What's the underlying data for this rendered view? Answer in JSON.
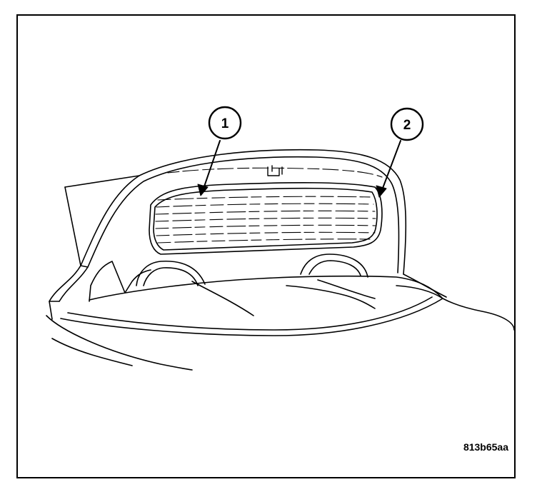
{
  "callouts": [
    {
      "label": "1"
    },
    {
      "label": "2"
    }
  ],
  "figure_id": "813b65aa",
  "colors": {
    "line": "#000000",
    "background": "#ffffff"
  }
}
